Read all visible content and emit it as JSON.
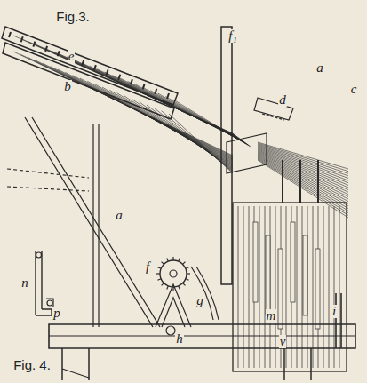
{
  "diagram": {
    "labels": [
      "Fig.3.",
      "e",
      "b",
      "f₁",
      "d",
      "a",
      "a",
      "c",
      "f",
      "g",
      "h",
      "m",
      "i",
      "v",
      "n",
      "p",
      "Fig. 4."
    ]
  }
}
